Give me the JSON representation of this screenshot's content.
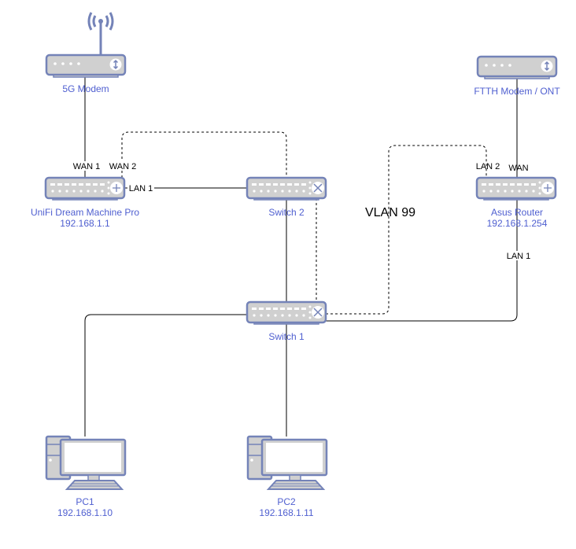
{
  "devices": {
    "modem5g": {
      "label": "5G Modem",
      "icon": "wireless-modem-icon"
    },
    "ftth": {
      "label": "FTTH Modem / ONT",
      "icon": "modem-icon"
    },
    "udm": {
      "label": "UniFi Dream Machine Pro",
      "ip": "192.168.1.1",
      "icon": "router-icon"
    },
    "switch2": {
      "label": "Switch 2",
      "icon": "switch-icon"
    },
    "asus": {
      "label": "Asus Router",
      "ip": "192.168.1.254",
      "icon": "router-icon"
    },
    "switch1": {
      "label": "Switch 1",
      "icon": "switch-icon"
    },
    "pc1": {
      "label": "PC1",
      "ip": "192.168.1.10",
      "icon": "pc-icon"
    },
    "pc2": {
      "label": "PC2",
      "ip": "192.168.1.11",
      "icon": "pc-icon"
    }
  },
  "ports": {
    "udm_wan1": "WAN 1",
    "udm_wan2": "WAN 2",
    "udm_lan1": "LAN 1",
    "asus_lan2": "LAN 2",
    "asus_wan": "WAN",
    "asus_lan1": "LAN 1"
  },
  "vlan_label": "VLAN 99",
  "colors": {
    "device_fill": "#d0d0d0",
    "device_stroke": "#7483b8",
    "label": "#4f5fd0"
  }
}
